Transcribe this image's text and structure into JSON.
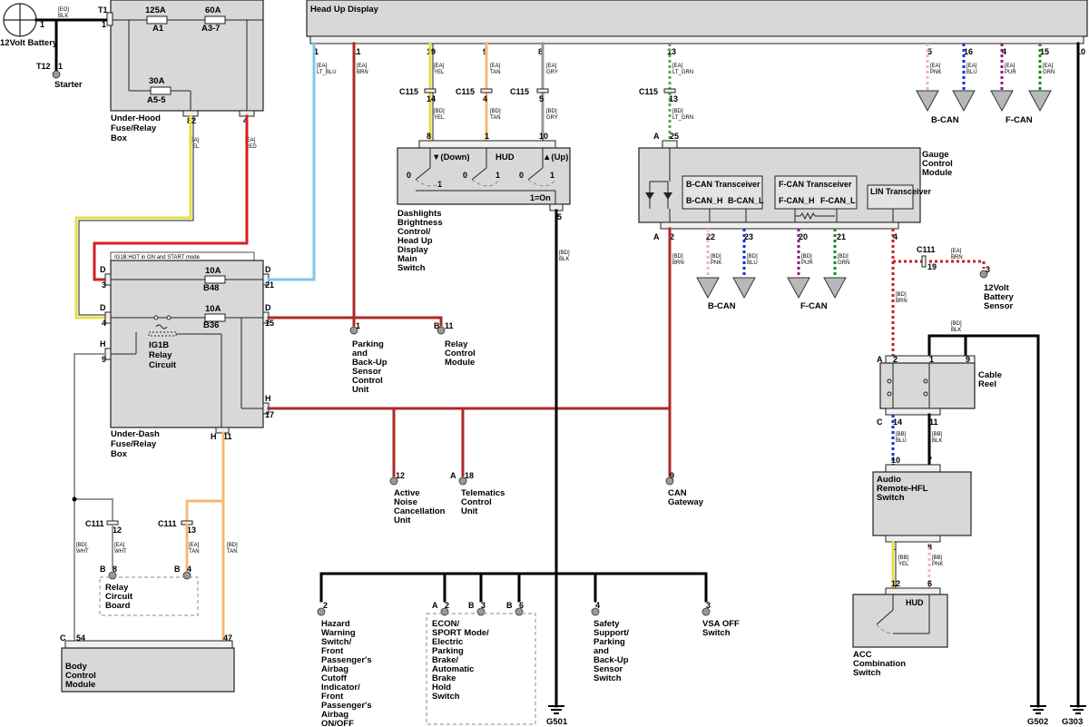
{
  "modules": {
    "hud": "Head Up Display",
    "battery": "12Volt Battery",
    "starter": "Starter",
    "underhood": "Under-Hood Fuse/Relay Box",
    "underdash": "Under-Dash Fuse/Relay Box",
    "ig1b_note": "IG1B:HOT in ON and START mode",
    "ig1b_relay": "IG1B Relay Circuit",
    "dashlights": "Dashlights Brightness Control/ Head Up Display Main Switch",
    "gauge": "Gauge Control Module",
    "parking_sensor": "Parking and Back-Up Sensor Control Unit",
    "relay_control": "Relay Control Module",
    "anc": "Active Noise Cancellation Unit",
    "telematics": "Telematics Control Unit",
    "can_gateway": "CAN Gateway",
    "battery_sensor": "12Volt Battery Sensor",
    "cable_reel": "Cable Reel",
    "audio_switch": "Audio Remote-HFL Switch",
    "acc_switch": "ACC Combination Switch",
    "relay_board": "Relay Circuit Board",
    "bcm": "Body Control Module",
    "hazard": "Hazard Warning Switch/ Front Passenger's Airbag Cutoff Indicator/ Front Passenger's Airbag ON/OFF Indicator",
    "econ": "ECON/ SPORT Mode/ Electric Parking Brake/ Automatic Brake Hold Switch",
    "safety": "Safety Support/ Parking and Back-Up Sensor Switch",
    "vsa": "VSA OFF Switch"
  },
  "fuses": [
    {
      "rating": "125A",
      "name": "A1"
    },
    {
      "rating": "60A",
      "name": "A3-7"
    },
    {
      "rating": "30A",
      "name": "A5-5"
    },
    {
      "rating": "10A",
      "name": "B48"
    },
    {
      "rating": "10A",
      "name": "B36"
    }
  ],
  "switch_labels": {
    "down": "▼(Down)",
    "hud": "HUD",
    "up": "▲(Up)",
    "on": "1=On",
    "zero": "0",
    "one": "1",
    "acc_hud": "HUD"
  },
  "transceivers": {
    "bcan": "B-CAN Transceiver",
    "bcan_h": "B-CAN_H",
    "bcan_l": "B-CAN_L",
    "fcan": "F-CAN Transceiver",
    "fcan_h": "F-CAN_H",
    "fcan_l": "F-CAN_L",
    "lin": "LIN Transceiver"
  },
  "bus_labels": {
    "bcan1": "B-CAN",
    "fcan1": "F-CAN",
    "bcan2": "B-CAN",
    "fcan2": "F-CAN"
  },
  "grounds": {
    "g501": "G501",
    "g502": "G502",
    "g303": "G303"
  },
  "wires": {
    "eo_blk": "[EO] BLK",
    "ea_yel_uh": "[EA] YEL",
    "ea_red_uh": "[EA] RED",
    "ea_ltblu": "[EA] LT_BLU",
    "ea_brn": "[EA] BRN",
    "ea_yel": "[EA] YEL",
    "ea_tan": "[EA] TAN",
    "ea_gry": "[EA] GRY",
    "bd_yel": "[BD] YEL",
    "bd_tan": "[BD] TAN",
    "bd_gry": "[BD] GRY",
    "bd_blk": "[BD] BLK",
    "ea_ltgrn": "[EA] LT_GRN",
    "bd_ltgrn": "[BD] LT_GRN",
    "ea_pnk": "[EA] PNK",
    "ea_blu": "[EA] BLU",
    "ea_pur": "[EA] PUR",
    "ea_grn": "[EA] GRN",
    "bd_brn": "[BD] BRN",
    "bd_pnk": "[BD] PNK",
    "bd_blu": "[BD] BLU",
    "bd_pur": "[BD] PUR",
    "bd_grn": "[BD] GRN",
    "ea_brn2": "[EA] BRN",
    "bd_brn2": "[BD] BRN",
    "bd_blk2": "[BD] BLK",
    "bb_blu": "[BB] BLU",
    "bb_blk": "[BB] BLK",
    "bb_yel": "[BB] YEL",
    "bb_pnk": "[BB] PNK",
    "bd_wht": "[BD] WHT",
    "ea_wht": "[EA] WHT",
    "ea_tan2": "[EA] TAN",
    "bd_tan2": "[BD] TAN"
  },
  "connectors": {
    "c115": "C115",
    "c111": "C111"
  },
  "pins": {
    "t1": "T1",
    "t12": "T12",
    "one": "1",
    "two": "2",
    "three": "3",
    "four": "4",
    "five": "5",
    "six": "6",
    "seven": "7",
    "eight": "8",
    "nine": "9",
    "ten": "10",
    "eleven": "11",
    "twelve": "12",
    "thirteen": "13",
    "fourteen": "14",
    "fifteen": "15",
    "sixteen": "16",
    "seventeen": "17",
    "eighteen": "18",
    "nineteen": "19",
    "twenty": "20",
    "twentyone": "21",
    "twentytwo": "22",
    "twentythree": "23",
    "twentyfive": "25",
    "fortyseven": "47",
    "fiftyfour": "54",
    "eightytwo": "82",
    "a": "A",
    "b": "B",
    "c": "C",
    "d": "D",
    "h": "H"
  }
}
